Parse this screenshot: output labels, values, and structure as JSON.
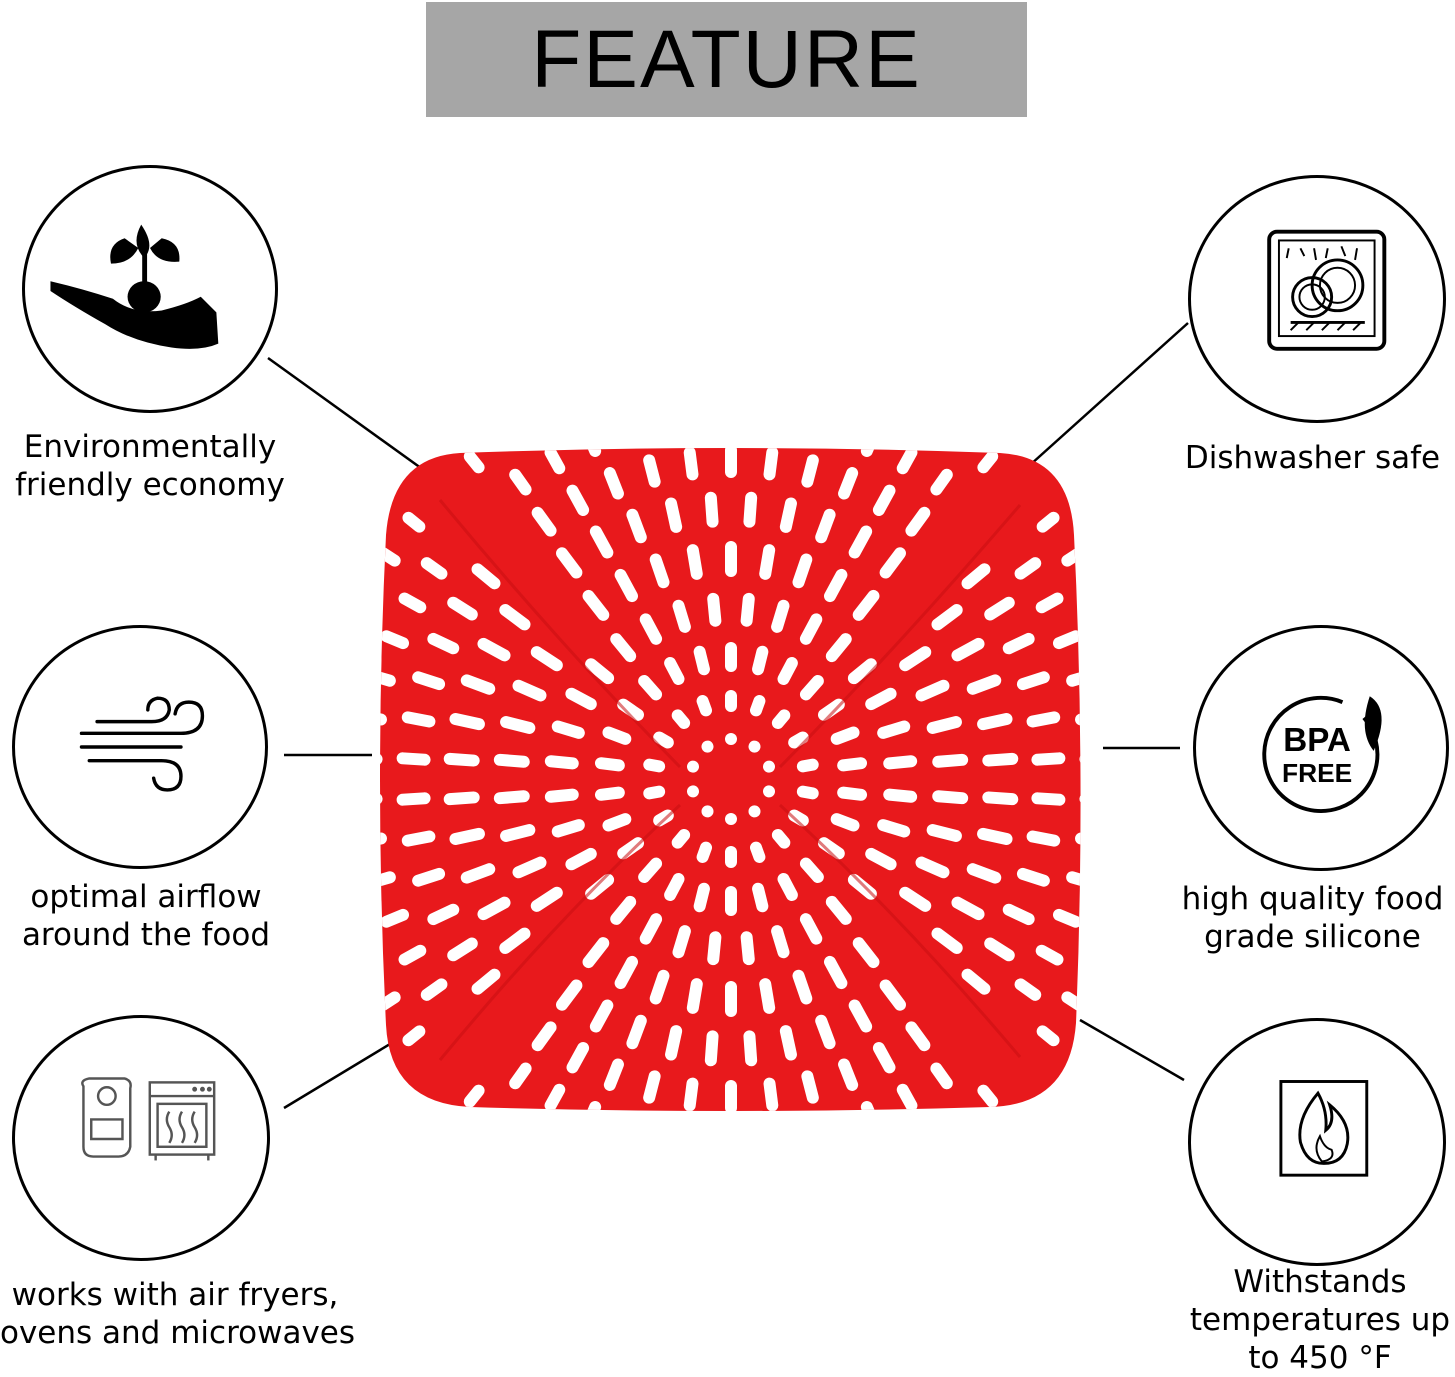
{
  "title": "FEATURE",
  "colors": {
    "banner": "#a6a6a6",
    "mat": "#e8191c",
    "outline": "#000000"
  },
  "features": [
    {
      "icon": "plant-in-hand-icon",
      "lines": [
        "Environmentally",
        "friendly economy"
      ]
    },
    {
      "icon": "wind-airflow-icon",
      "lines": [
        "optimal airflow",
        "around the food"
      ]
    },
    {
      "icon": "air-fryer-and-oven-icon",
      "lines": [
        "works with air fryers,",
        "ovens and microwaves"
      ]
    },
    {
      "icon": "dishwasher-icon",
      "lines": [
        "Dishwasher safe"
      ]
    },
    {
      "icon": "bpa-free-icon",
      "badge_top": "BPA",
      "badge_bottom": "FREE",
      "lines": [
        "high quality food",
        "grade silicone"
      ]
    },
    {
      "icon": "flame-icon",
      "lines": [
        "Withstands",
        "temperatures up",
        "to 450 °F"
      ]
    }
  ]
}
